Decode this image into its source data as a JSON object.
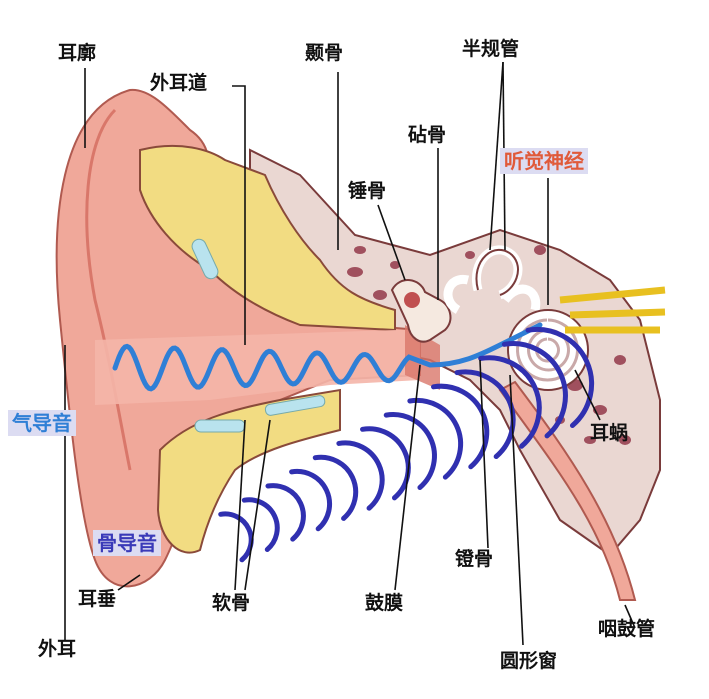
{
  "labels": {
    "auricle": "耳廓",
    "ear_canal": "外耳道",
    "temporal_bone": "颞骨",
    "semicircular_canals": "半规管",
    "incus": "砧骨",
    "malleus": "锤骨",
    "auditory_nerve": "听觉神经",
    "cochlea": "耳蜗",
    "stapes": "镫骨",
    "eardrum": "鼓膜",
    "cartilage": "软骨",
    "earlobe": "耳垂",
    "outer_ear": "外耳",
    "round_window": "圆形窗",
    "eustachian_tube": "咽鼓管"
  },
  "highlights": {
    "air_conduction": "气导音",
    "bone_conduction": "骨导音",
    "auditory_nerve_color": "#e05a3a",
    "air_color": "#2f7fd6",
    "bone_color": "#3a3ab8"
  },
  "colors": {
    "skin": "#f0a89a",
    "skin_dark": "#d9776a",
    "cartilage": "#f2dc82",
    "bone": "#e9d5cf",
    "bone_spot": "#a04a5a",
    "wave_air": "#2f7fd6",
    "wave_bone": "#3030b0"
  }
}
